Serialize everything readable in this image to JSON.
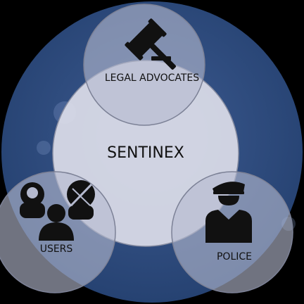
{
  "diagram": {
    "center_label": "SENTINEX",
    "nodes": {
      "legal": {
        "label": "LEGAL ADVOCATES",
        "icon": "gavel-icon"
      },
      "users": {
        "label": "USERS",
        "icon": "users-group-icon"
      },
      "police": {
        "label": "POLICE",
        "icon": "police-officer-icon"
      }
    }
  },
  "colors": {
    "background": "#000000",
    "disc": "#2e4a7d",
    "center_circle": "#dcdde8",
    "satellite_fill": "#b4b9ce",
    "outline": "#8a8fa3",
    "icon": "#111111"
  }
}
